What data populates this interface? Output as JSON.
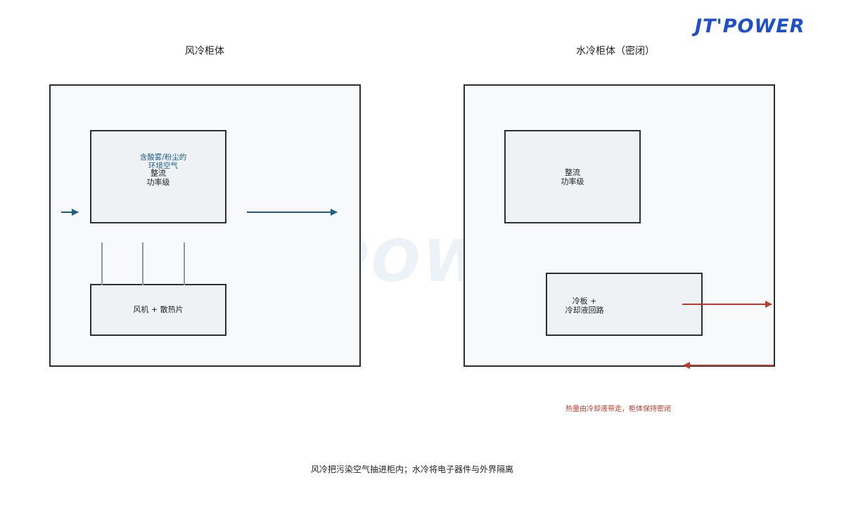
{
  "brand": {
    "logo_text": "JT'POWER",
    "watermark_text": "JT'POWER"
  },
  "air_cooled": {
    "title": "风冷柜体",
    "ambient_air_label": "含酸雾/粉尘的\n环境空气",
    "rectifier_label": "整流\n功率级",
    "fan_label": "风机 + 散热片"
  },
  "liquid_cooled": {
    "title": "水冷柜体（密闭）",
    "rectifier_label": "整流\n功率级",
    "cold_plate_label": "冷板 +\n冷却液回路",
    "heat_note": "热量由冷却液带走，柜体保持密闭"
  },
  "caption": "风冷把污染空气抽进柜内；水冷将电子器件与外界隔离",
  "colors": {
    "airflow_arrow": "#1f5f8b",
    "coolant_arrow": "#c0392b",
    "fin_line": "#8a9aa6",
    "border": "#2b3035",
    "logo": "#1f4fcf"
  }
}
